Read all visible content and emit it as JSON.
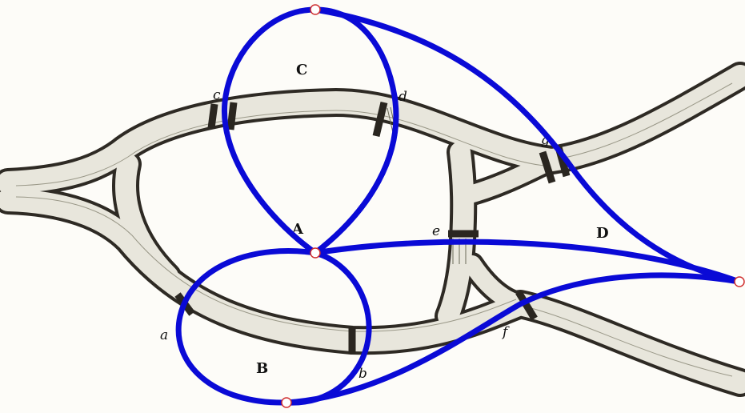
{
  "regions": {
    "a": "A",
    "b": "B",
    "c": "C",
    "d": "D"
  },
  "bridges": {
    "a": "a",
    "b": "b",
    "c": "c",
    "d": "d",
    "e": "e",
    "f": "f",
    "g": "g"
  },
  "colors": {
    "graph": "#0a0ad6",
    "vertex_outline": "#d03030",
    "river": "#2e2a24",
    "paper": "#fdfcf8"
  }
}
